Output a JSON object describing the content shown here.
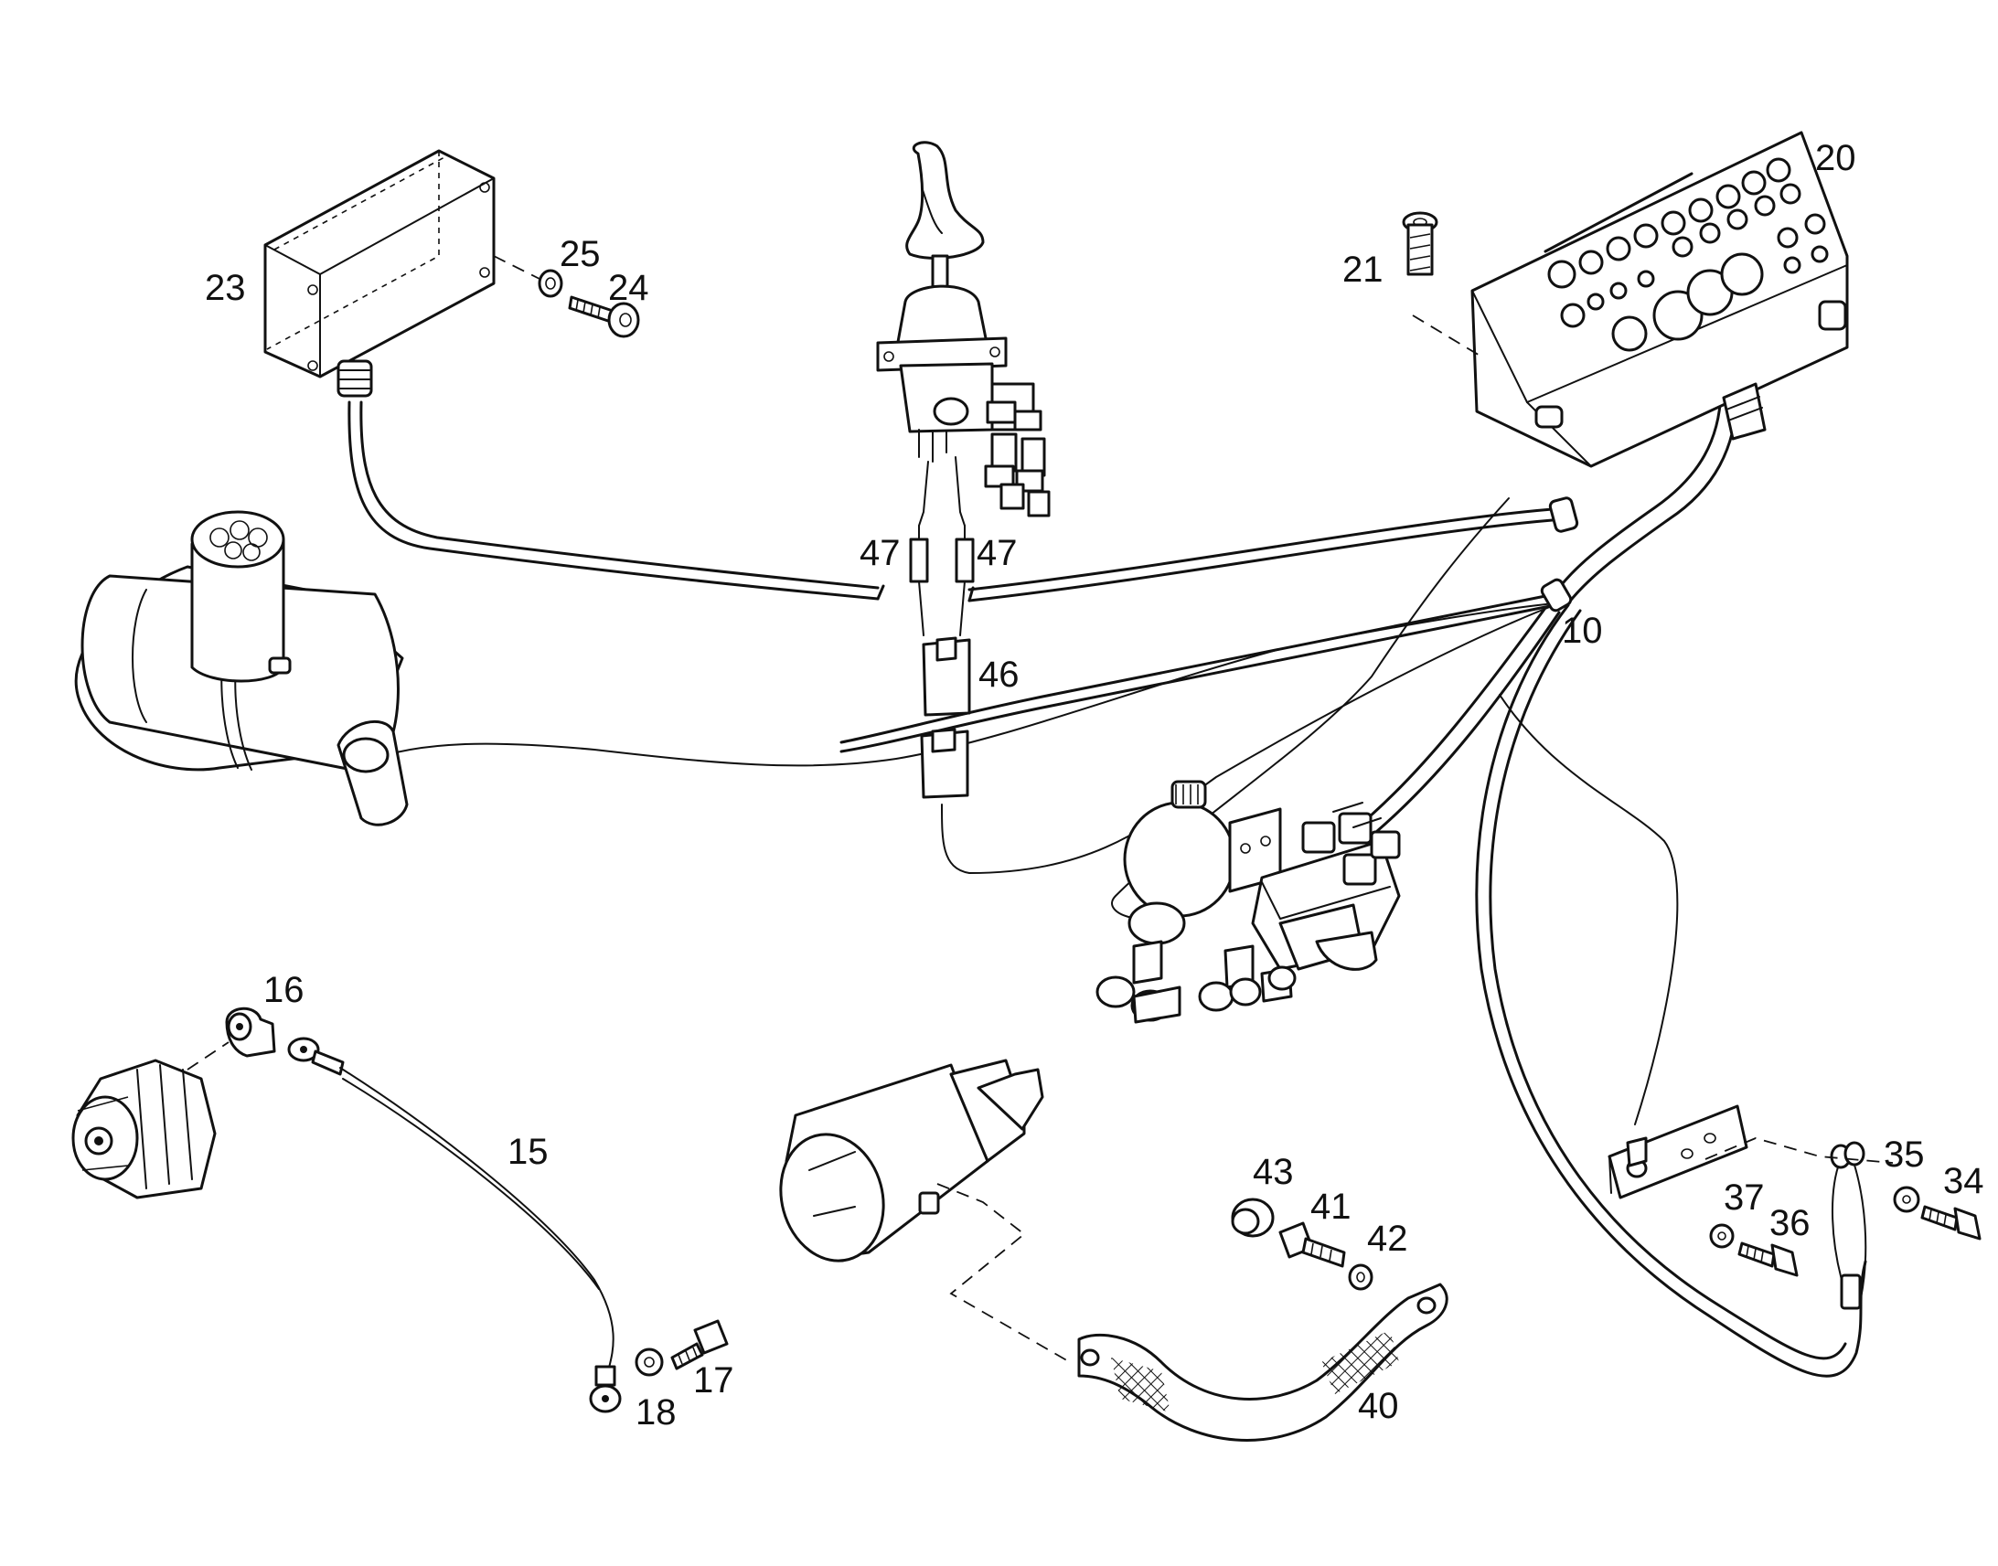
{
  "callouts": {
    "c10": "10",
    "c15": "15",
    "c16": "16",
    "c17": "17",
    "c18": "18",
    "c20": "20",
    "c21": "21",
    "c23": "23",
    "c24": "24",
    "c25": "25",
    "c34": "34",
    "c35": "35",
    "c36": "36",
    "c37": "37",
    "c40": "40",
    "c41": "41",
    "c42": "42",
    "c43": "43",
    "c46": "46",
    "c47a": "47",
    "c47b": "47"
  }
}
